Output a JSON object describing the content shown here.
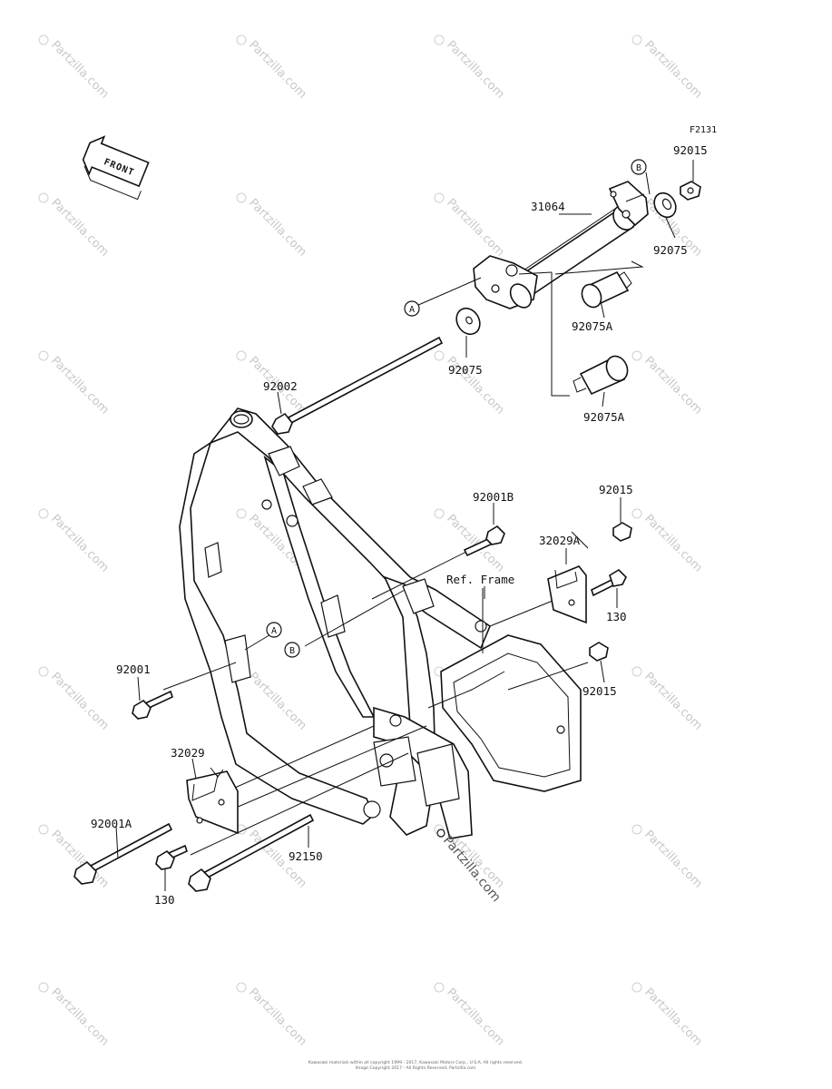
{
  "figure_code": "F2131",
  "front_arrow_label": "FRONT",
  "ref_labels": {
    "a": "A",
    "b": "B"
  },
  "callouts": {
    "p31064": "31064",
    "p92015_top": "92015",
    "p92075_right": "92075",
    "p92075a_top": "92075A",
    "p92075_left": "92075",
    "p92075a_bottom": "92075A",
    "p92002": "92002",
    "p92001b": "92001B",
    "p92015_mid": "92015",
    "p32029a": "32029A",
    "ref_frame": "Ref. Frame",
    "p130_right": "130",
    "p92015_low": "92015",
    "p92001": "92001",
    "p32029": "32029",
    "p92001a": "92001A",
    "p92150": "92150",
    "p130_left": "130"
  },
  "watermark": "Partzilla.com",
  "footer": {
    "line1": "Kawasaki materials within all copyright 1999 - 2017, Kawasaki Motors Corp., U.S.A. All rights reserved.",
    "line2": "Image Copyright 2017 - All Rights Reserved, Partzilla.com"
  }
}
